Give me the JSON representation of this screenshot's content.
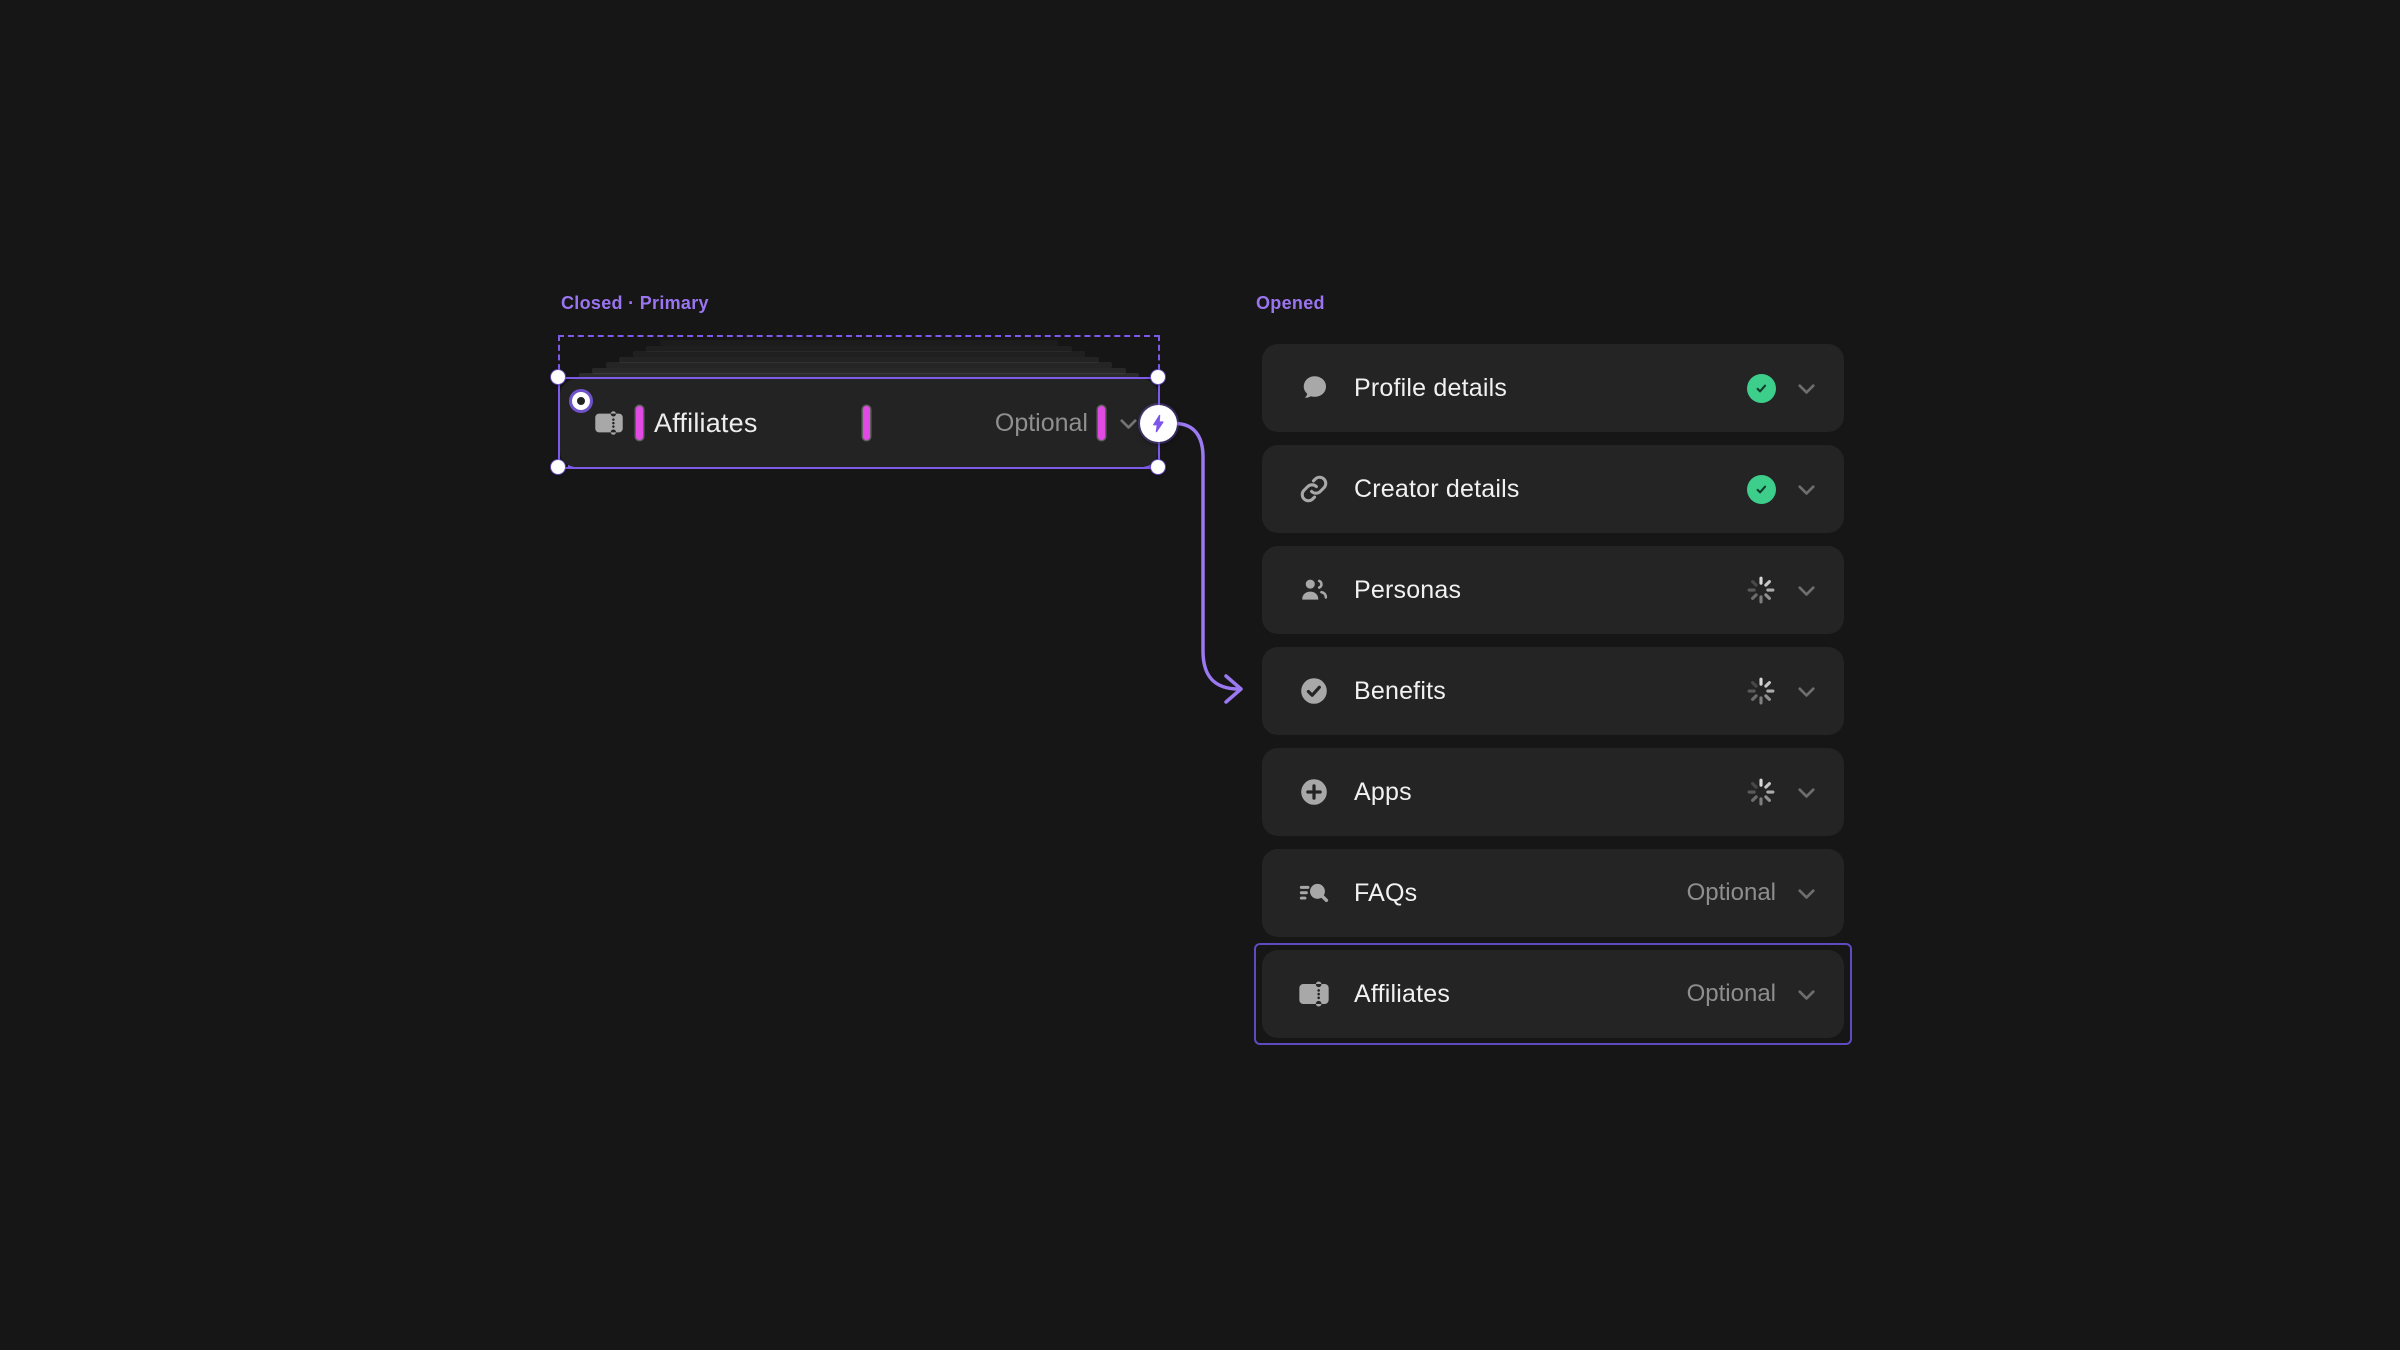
{
  "left_panel": {
    "state_label": "Closed · Primary",
    "card": {
      "icon": "ticket-icon",
      "label": "Affiliates",
      "badge_text": "Optional",
      "chevron": "chevron-down-icon",
      "connector_icon": "lightning-bolt-icon"
    }
  },
  "right_panel": {
    "state_label": "Opened",
    "rows": [
      {
        "icon": "chat-bubble-icon",
        "label": "Profile details",
        "status": "complete"
      },
      {
        "icon": "link-icon",
        "label": "Creator details",
        "status": "complete"
      },
      {
        "icon": "people-icon",
        "label": "Personas",
        "status": "loading"
      },
      {
        "icon": "check-circle-icon",
        "label": "Benefits",
        "status": "loading"
      },
      {
        "icon": "plus-circle-icon",
        "label": "Apps",
        "status": "loading"
      },
      {
        "icon": "faq-search-icon",
        "label": "FAQs",
        "status": "optional",
        "badge_text": "Optional"
      },
      {
        "icon": "ticket-icon",
        "label": "Affiliates",
        "status": "optional",
        "badge_text": "Optional",
        "selected": true
      }
    ]
  },
  "colors": {
    "canvas_bg": "#161616",
    "row_bg": "#242424",
    "card_bg": "#232323",
    "selection_purple": "#7D5BE9",
    "label_purple": "#9B74F0",
    "arrow_purple": "#9B79F2",
    "selected_row_outline": "#5C4CC0",
    "text_primary": "#F1F1F1",
    "text_muted": "#8F8F8F",
    "icon_gray": "#A8A8A8",
    "cursor_pink": "#E14BE4",
    "success_green": "#3DCE8C"
  }
}
